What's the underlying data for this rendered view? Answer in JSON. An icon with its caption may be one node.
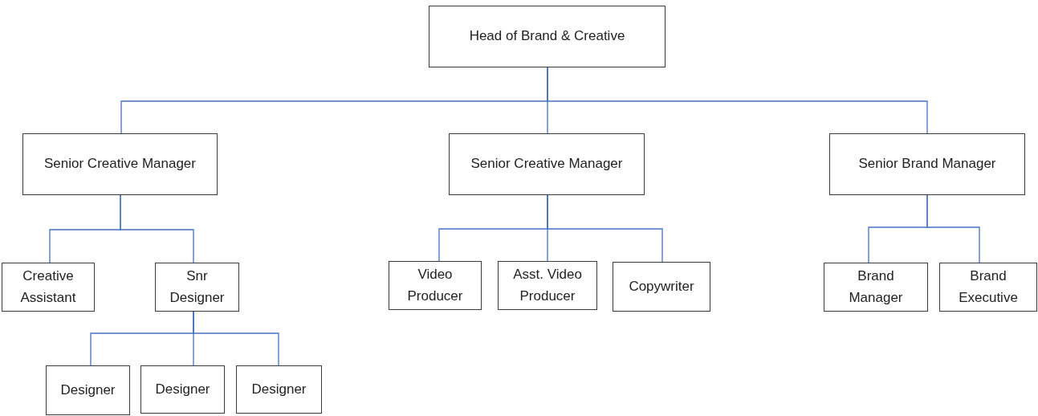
{
  "diagram": {
    "nodes": [
      {
        "text": [
          "Head of Brand & Creative"
        ]
      },
      {
        "text": [
          "Senior Creative Manager"
        ]
      },
      {
        "text": [
          "Senior Creative Manager"
        ]
      },
      {
        "text": [
          "Senior Brand Manager"
        ]
      },
      {
        "text": [
          "Creative Assistant"
        ]
      },
      {
        "text": [
          "Snr Designer"
        ]
      },
      {
        "text": [
          "Designer"
        ]
      },
      {
        "text": [
          "Designer"
        ]
      },
      {
        "text": [
          "Designer"
        ]
      },
      {
        "text": [
          "Video Producer"
        ]
      },
      {
        "text": [
          "Asst. Video Producer"
        ]
      },
      {
        "text": [
          "Copywriter"
        ]
      },
      {
        "text": [
          "Brand Manager"
        ]
      },
      {
        "text": [
          "Brand Executive"
        ]
      }
    ],
    "edges": [
      {
        "from": 0,
        "to": 1,
        "arrow": "none"
      },
      {
        "from": 0,
        "to": 2,
        "arrow": "none"
      },
      {
        "from": 0,
        "to": 3,
        "arrow": "none"
      },
      {
        "from": 1,
        "to": 4,
        "arrow": "none"
      },
      {
        "from": 1,
        "to": 5,
        "arrow": "none"
      },
      {
        "from": 5,
        "to": 6,
        "arrow": "none"
      },
      {
        "from": 5,
        "to": 7,
        "arrow": "none"
      },
      {
        "from": 5,
        "to": 8,
        "arrow": "none"
      },
      {
        "from": 2,
        "to": 9,
        "arrow": "none"
      },
      {
        "from": 2,
        "to": 10,
        "arrow": "none"
      },
      {
        "from": 2,
        "to": 11,
        "arrow": "none"
      },
      {
        "from": 3,
        "to": 12,
        "arrow": "none"
      },
      {
        "from": 3,
        "to": 13,
        "arrow": "none"
      }
    ]
  }
}
